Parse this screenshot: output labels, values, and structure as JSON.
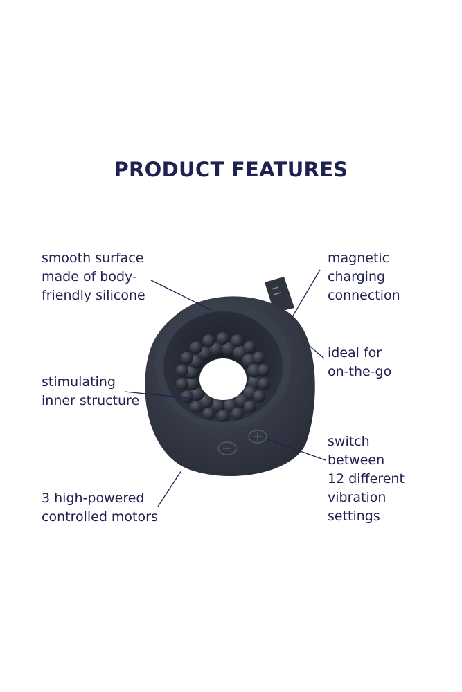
{
  "title": "PRODUCT FEATURES",
  "features": {
    "smooth_surface": [
      "smooth surface",
      "made of body-",
      "friendly silicone"
    ],
    "magnetic_charging": [
      "magnetic",
      "charging",
      "connection"
    ],
    "on_the_go": [
      "ideal for",
      "on-the-go"
    ],
    "inner_structure": [
      "stimulating",
      "inner structure"
    ],
    "vibration_settings": [
      "switch",
      "between",
      "12 different",
      "vibration",
      "settings"
    ],
    "motors": [
      "3 high-powered",
      "controlled motors"
    ]
  },
  "colors": {
    "text": "#1f2150",
    "product": "#2e3340",
    "background": "#ffffff"
  }
}
